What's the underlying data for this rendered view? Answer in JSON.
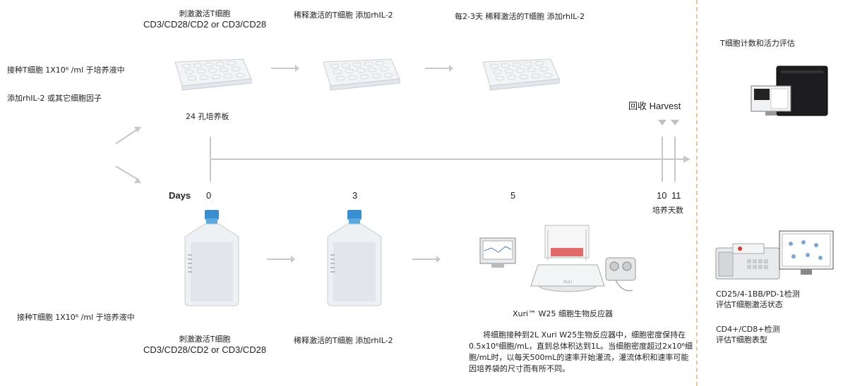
{
  "top": {
    "step1_line1": "刺激激活T细胞",
    "step1_line2": "CD3/CD28/CD2 or CD3/CD28",
    "step2": "稀释激活的T细胞 添加rhIL-2",
    "step3": "每2-3天 稀释激活的T细胞 添加rhIL-2",
    "left_line1": "接种T细胞 1X10⁶ /ml 于培养液中",
    "left_line2": "添加rhIL-2 或其它细胞因子",
    "plate_label": "24 孔培养板",
    "harvest": "回收 Harvest"
  },
  "timeline": {
    "days_label": "Days",
    "ticks": [
      "0",
      "3",
      "5",
      "10",
      "11"
    ],
    "culture_days": "培养天数"
  },
  "bottom": {
    "left": "接种T细胞 1X10⁶ /ml 于培养液中",
    "step1_line1": "刺激激活T细胞",
    "step1_line2": "CD3/CD28/CD2 or CD3/CD28",
    "step2": "稀释激活的T细胞 添加rhIL-2",
    "reactor_label": "Xuri™ W25 细胞生物反应器",
    "paragraph": "将细胞接种到2L Xuri W25生物反应器中，细胞密度保持在0.5x10⁶细胞/mL，直到总体积达到1L。当细胞密度超过2x10⁶细胞/mL时，以每天500mL的速率开始灌流，灌流体积和速率可能因培养袋的尺寸而有所不同。"
  },
  "right": {
    "count_title": "T细胞计数和活力评估",
    "assay1_line1": "CD25/4-1BB/PD-1检测",
    "assay1_line2": "评估T细胞激活状态",
    "assay2_line1": "CD4+/CD8+检测",
    "assay2_line2": "评估T细胞表型"
  },
  "colors": {
    "arrow": "#c8c8c8",
    "timeline": "#c8c8c8",
    "divider": "#e8c89a",
    "flask_cap": "#3a8fd0"
  }
}
